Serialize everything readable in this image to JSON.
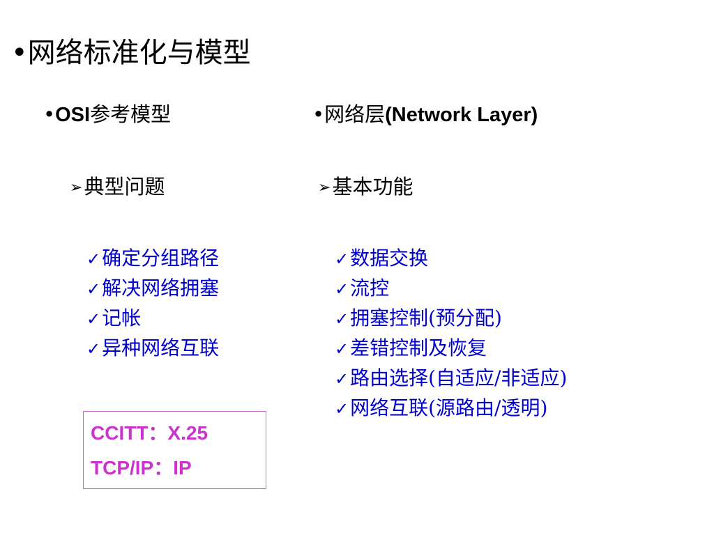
{
  "slide": {
    "title": "•网络标准化与模型",
    "left": {
      "heading_bullet": "•",
      "heading_latin": "OSI",
      "heading_rest": "参考模型",
      "subheading": "典型问题",
      "items": [
        "确定分组路径",
        "解决网络拥塞",
        "记帐",
        "异种网络互联"
      ]
    },
    "right": {
      "heading_bullet": "•",
      "heading_cn": "网络层",
      "heading_latin": "(Network Layer)",
      "subheading": "基本功能",
      "items": [
        "数据交换",
        "流控",
        "拥塞控制(预分配)",
        "差错控制及恢复",
        "路由选择(自适应/非适应)",
        "网络互联(源路由/透明)"
      ]
    },
    "box": {
      "line1": "CCITT：X.25",
      "line2": "TCP/IP：IP"
    }
  },
  "icons": {
    "arrow": "arrow-bullet-icon",
    "check": "check-icon"
  },
  "colors": {
    "list_text": "#0000cc",
    "box_text": "#cc33cc",
    "box_border": "#cc66cc"
  }
}
